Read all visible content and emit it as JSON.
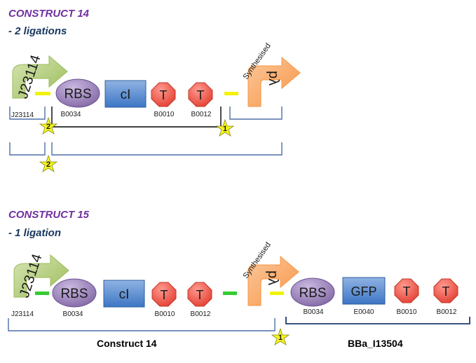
{
  "construct14": {
    "title": "CONSTRUCT  14",
    "subtitle": "- 2 ligations",
    "promoter_label": "J23114",
    "rbs_label": "RBS",
    "ci_label": "cI",
    "term_label": "T",
    "term2_label": "T",
    "plambda_label": "pλ",
    "synth_label": "Synthesised",
    "part_ids": [
      "J23114",
      "B0034",
      "B0010",
      "B0012"
    ],
    "ligation_stars": [
      "2",
      "1",
      "2"
    ]
  },
  "construct15": {
    "title": "CONSTRUCT  15",
    "subtitle": "- 1 ligation",
    "promoter_label": "J23114",
    "rbs_label": "RBS",
    "ci_label": "cI",
    "term_label": "T",
    "term2_label": "T",
    "plambda_label": "pλ",
    "synth_label": "Synthesised",
    "rbs2_label": "RBS",
    "gfp_label": "GFP",
    "term3_label": "T",
    "term4_label": "T",
    "part_ids": [
      "J23114",
      "B0034",
      "B0010",
      "B0012",
      "B0034",
      "E0040",
      "B0010",
      "B0012"
    ],
    "ligation_star": "1",
    "bracket_left_label": "Construct 14",
    "bracket_right_label": "BBa_I13504"
  },
  "colors": {
    "promoter_green": "#9bbb59",
    "rbs_purple": "#8064a2",
    "cds_blue": "#4f81bd",
    "terminator_red": "#e8564b",
    "plambda_orange": "#f79646",
    "scar_yellow": "#f2f20a",
    "scar_green": "#33cc33",
    "star_yellow": "#f5f51e",
    "bracket_blue": "#4f6fa8"
  }
}
